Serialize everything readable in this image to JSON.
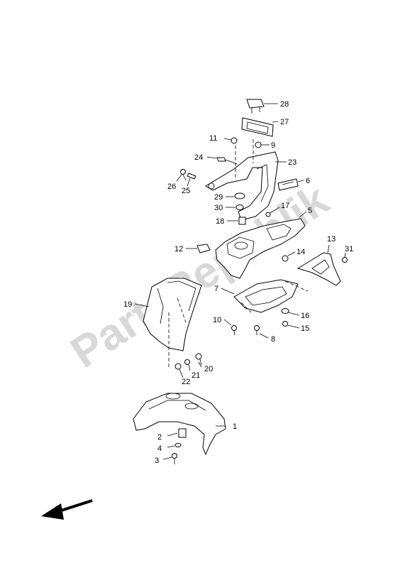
{
  "watermark": "PartsRepublik",
  "callouts": {
    "c1": "1",
    "c2": "2",
    "c3": "3",
    "c4": "4",
    "c5": "5",
    "c6": "6",
    "c7": "7",
    "c8": "8",
    "c9": "9",
    "c10": "10",
    "c11": "11",
    "c12": "12",
    "c13": "13",
    "c14": "14",
    "c15": "15",
    "c16": "16",
    "c17": "17",
    "c18": "18",
    "c19": "19",
    "c20": "20",
    "c21": "21",
    "c22": "22",
    "c23": "23",
    "c24": "24",
    "c25": "25",
    "c26": "26",
    "c27": "27",
    "c28": "28",
    "c29": "29",
    "c30": "30",
    "c31": "31"
  },
  "icons": {
    "direction_arrow": "front-direction-arrow-icon"
  }
}
